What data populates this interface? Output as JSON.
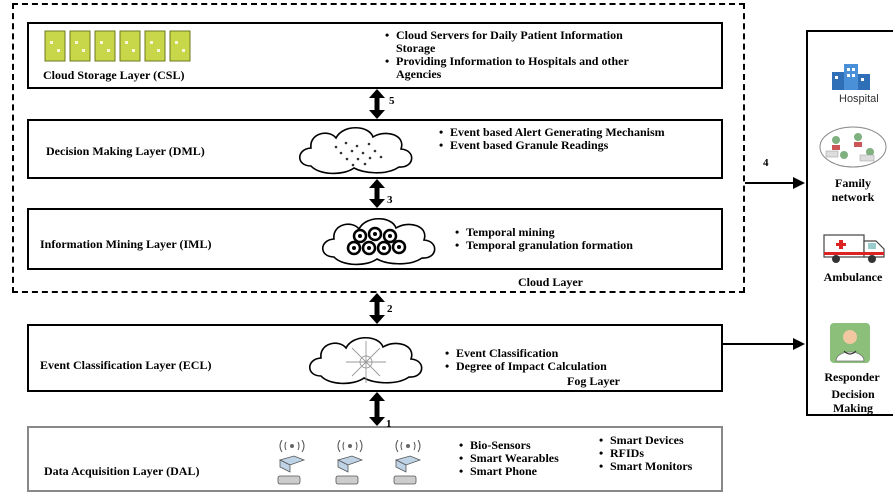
{
  "cloud_layer": {
    "label": "Cloud Layer"
  },
  "fog_layer": {
    "label": "Fog Layer"
  },
  "layers": {
    "csl": {
      "title": "Cloud Storage Layer (CSL)",
      "bullets": [
        "Cloud Servers for Daily Patient Information Storage",
        "Providing Information to Hospitals and other Agencies"
      ]
    },
    "dml": {
      "title": "Decision Making Layer (DML)",
      "bullets": [
        "Event based Alert Generating Mechanism",
        "Event based Granule Readings"
      ]
    },
    "iml": {
      "title": "Information Mining Layer (IML)",
      "bullets": [
        "Temporal mining",
        "Temporal granulation formation"
      ]
    },
    "ecl": {
      "title": "Event Classification Layer (ECL)",
      "bullets": [
        "Event Classification",
        "Degree of Impact Calculation"
      ]
    },
    "dal": {
      "title": "Data Acquisition Layer (DAL)",
      "bullets_left": [
        "Bio-Sensors",
        "Smart Wearables",
        "Smart Phone"
      ],
      "bullets_right": [
        "Smart Devices",
        "RFIDs",
        "Smart Monitors"
      ]
    }
  },
  "arrow_labels": {
    "a1": "1",
    "a2": "2",
    "a3": "3",
    "a4": "4",
    "a5": "5"
  },
  "responders": {
    "hospital": "Hospital",
    "family": "Family network",
    "ambulance": "Ambulance",
    "responder": "Responder",
    "decision": "Decision Making"
  }
}
